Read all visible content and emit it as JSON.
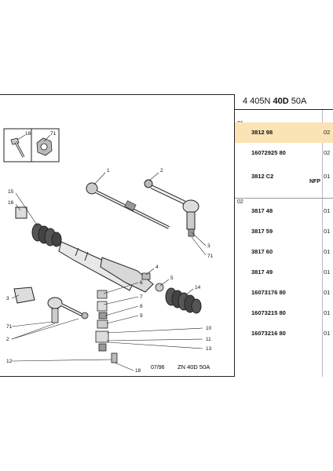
{
  "header": {
    "part1": "4 405N",
    "part2": "40D",
    "part3": "50A"
  },
  "groups": [
    {
      "label": "01",
      "rows": [
        {
          "ref": "3812 98",
          "qty": "02",
          "note": "",
          "highlight": true
        },
        {
          "ref": "16072925 80",
          "qty": "02",
          "note": "",
          "highlight": false
        },
        {
          "ref": "3812 C2",
          "qty": "01",
          "note": "NFP",
          "highlight": false
        }
      ]
    },
    {
      "label": "02",
      "rows": [
        {
          "ref": "3817 48",
          "qty": "01",
          "note": "",
          "highlight": false
        },
        {
          "ref": "3817 59",
          "qty": "01",
          "note": "",
          "highlight": false
        },
        {
          "ref": "3817 60",
          "qty": "01",
          "note": "",
          "highlight": false
        },
        {
          "ref": "3817 49",
          "qty": "01",
          "note": "",
          "highlight": false
        },
        {
          "ref": "16073176 80",
          "qty": "01",
          "note": "",
          "highlight": false
        },
        {
          "ref": "16073215 80",
          "qty": "01",
          "note": "",
          "highlight": false
        },
        {
          "ref": "16073216 80",
          "qty": "01",
          "note": "",
          "highlight": false
        }
      ]
    }
  ],
  "diagram": {
    "callouts": [
      "18",
      "71",
      "1",
      "2",
      "15",
      "16",
      "3",
      "71",
      "4",
      "5",
      "14",
      "6",
      "7",
      "8",
      "9",
      "3",
      "71",
      "2",
      "10",
      "11",
      "13",
      "12",
      "18"
    ],
    "date": "07/96",
    "code": "ZN 40D 50A"
  }
}
